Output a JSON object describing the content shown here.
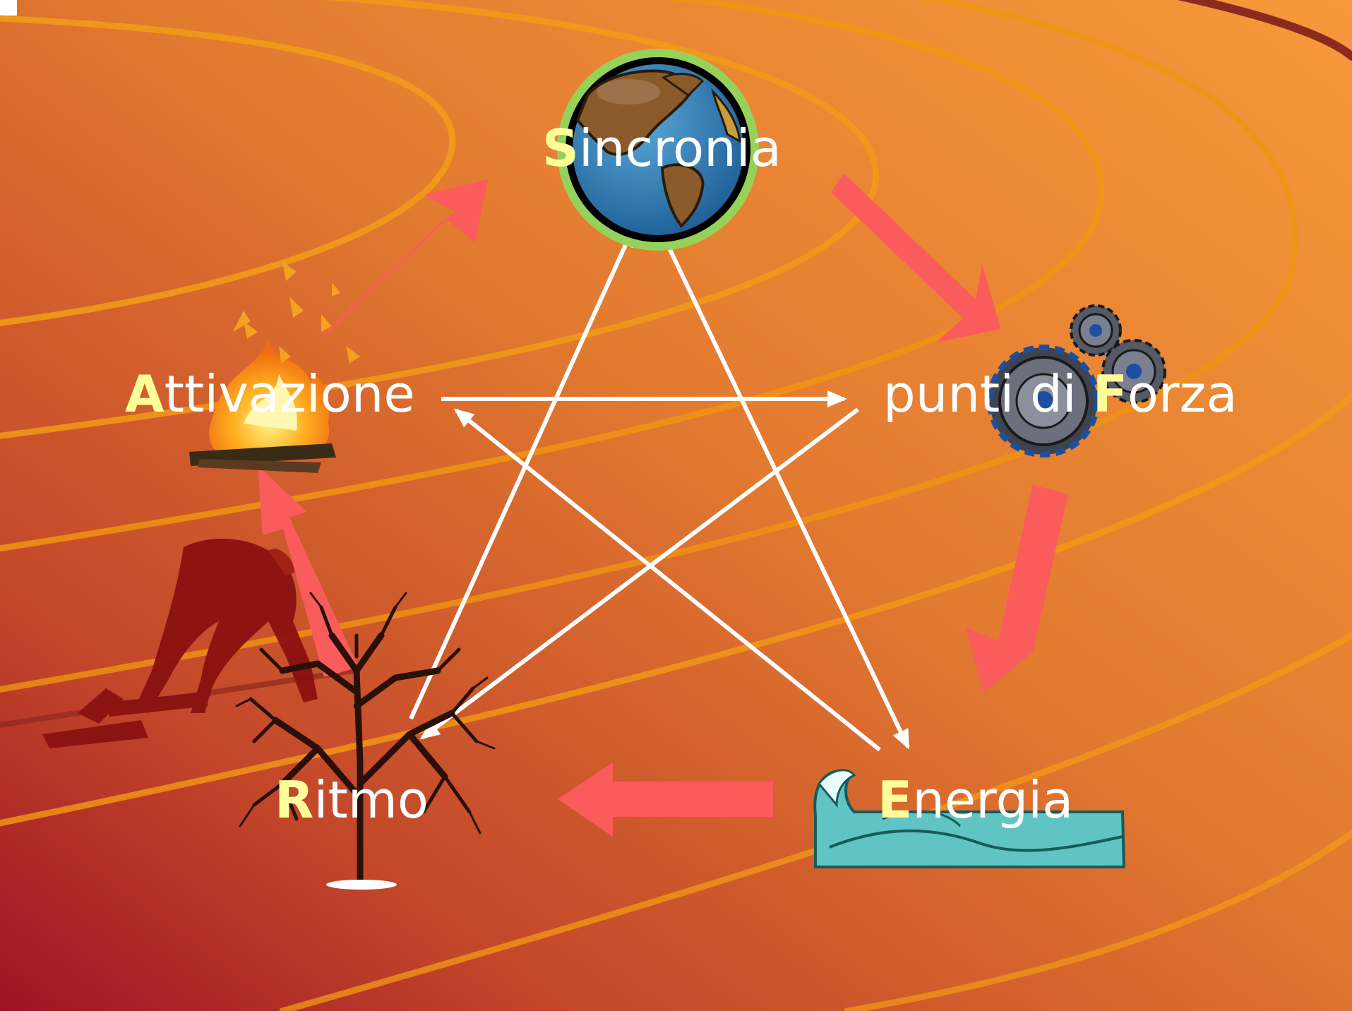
{
  "colors": {
    "background_light": "#f39536",
    "background_dark": "#a51b22",
    "track_line": "#f09a12",
    "big_arrow": "#fa5c5c",
    "thin_arrow": "#ffffff",
    "label_text": "#ffffff",
    "initial_letter": "#ffff99"
  },
  "nodes": {
    "sincronia": {
      "initial": "S",
      "rest": "incronia",
      "icon": "globe-icon"
    },
    "forza": {
      "prefix": "punti di ",
      "initial": "F",
      "rest": "orza",
      "icon": "gears-icon"
    },
    "energia": {
      "initial": "E",
      "rest": "nergia",
      "icon": "wave-icon"
    },
    "ritmo": {
      "initial": "R",
      "rest": "itmo",
      "icon": "tree-icon"
    },
    "attivazione": {
      "initial": "A",
      "rest": "ttivazione",
      "icon": "campfire-icon"
    }
  },
  "decorations": [
    "sprinter-silhouette",
    "running-track-lanes"
  ],
  "cycle_order": [
    "Attivazione",
    "Sincronia",
    "punti di Forza",
    "Energia",
    "Ritmo"
  ]
}
